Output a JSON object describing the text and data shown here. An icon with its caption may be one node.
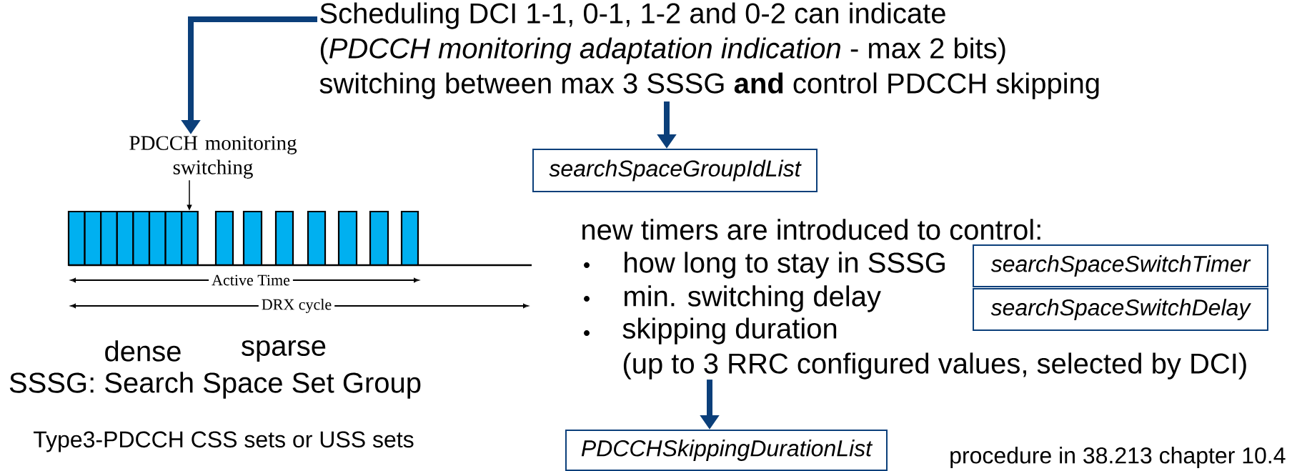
{
  "diagram": {
    "nodes": [
      {
        "text": [
          "Scheduling DCI 1-1, 0-1, 1-2 and 0-2 can indicate",
          "(*PDCCH monitoring adaptation indication* - max 2 bits)",
          "switching between max 3 SSSG **and** control PDCCH skipping"
        ]
      },
      {
        "text": [
          "PDCCH monitoring switching"
        ]
      },
      {
        "text": [],
        "shape": "picture"
      },
      {
        "text": [
          "searchSpaceGroupIdList"
        ]
      },
      {
        "text": [
          "searchSpaceSwitchTimer"
        ]
      },
      {
        "text": [
          "searchSpaceSwitchDelay"
        ]
      },
      {
        "text": [
          "skipping duration",
          "(up to 3 RRC configured values, selected by DCI)"
        ]
      },
      {
        "text": [
          "PDCCHSkippingDurationList"
        ]
      }
    ],
    "edges": [
      {
        "from": 0,
        "to": 1,
        "arrow": "to"
      },
      {
        "from": 1,
        "to": 2,
        "arrow": "to",
        "color": "#000000"
      },
      {
        "from": 0,
        "to": 3,
        "arrow": "to"
      },
      {
        "from": 6,
        "to": 7,
        "arrow": "to"
      }
    ],
    "labels": [
      "Active Time",
      "DRX cycle",
      "new timers are introduced to control:",
      "how long to stay in SSSG",
      "min. switching delay",
      "dense",
      "sparse",
      "SSSG: Search Space Set Group",
      "Type3-PDCCH CSS sets or USS sets",
      "procedure in 38.213 chapter 10.4"
    ]
  }
}
